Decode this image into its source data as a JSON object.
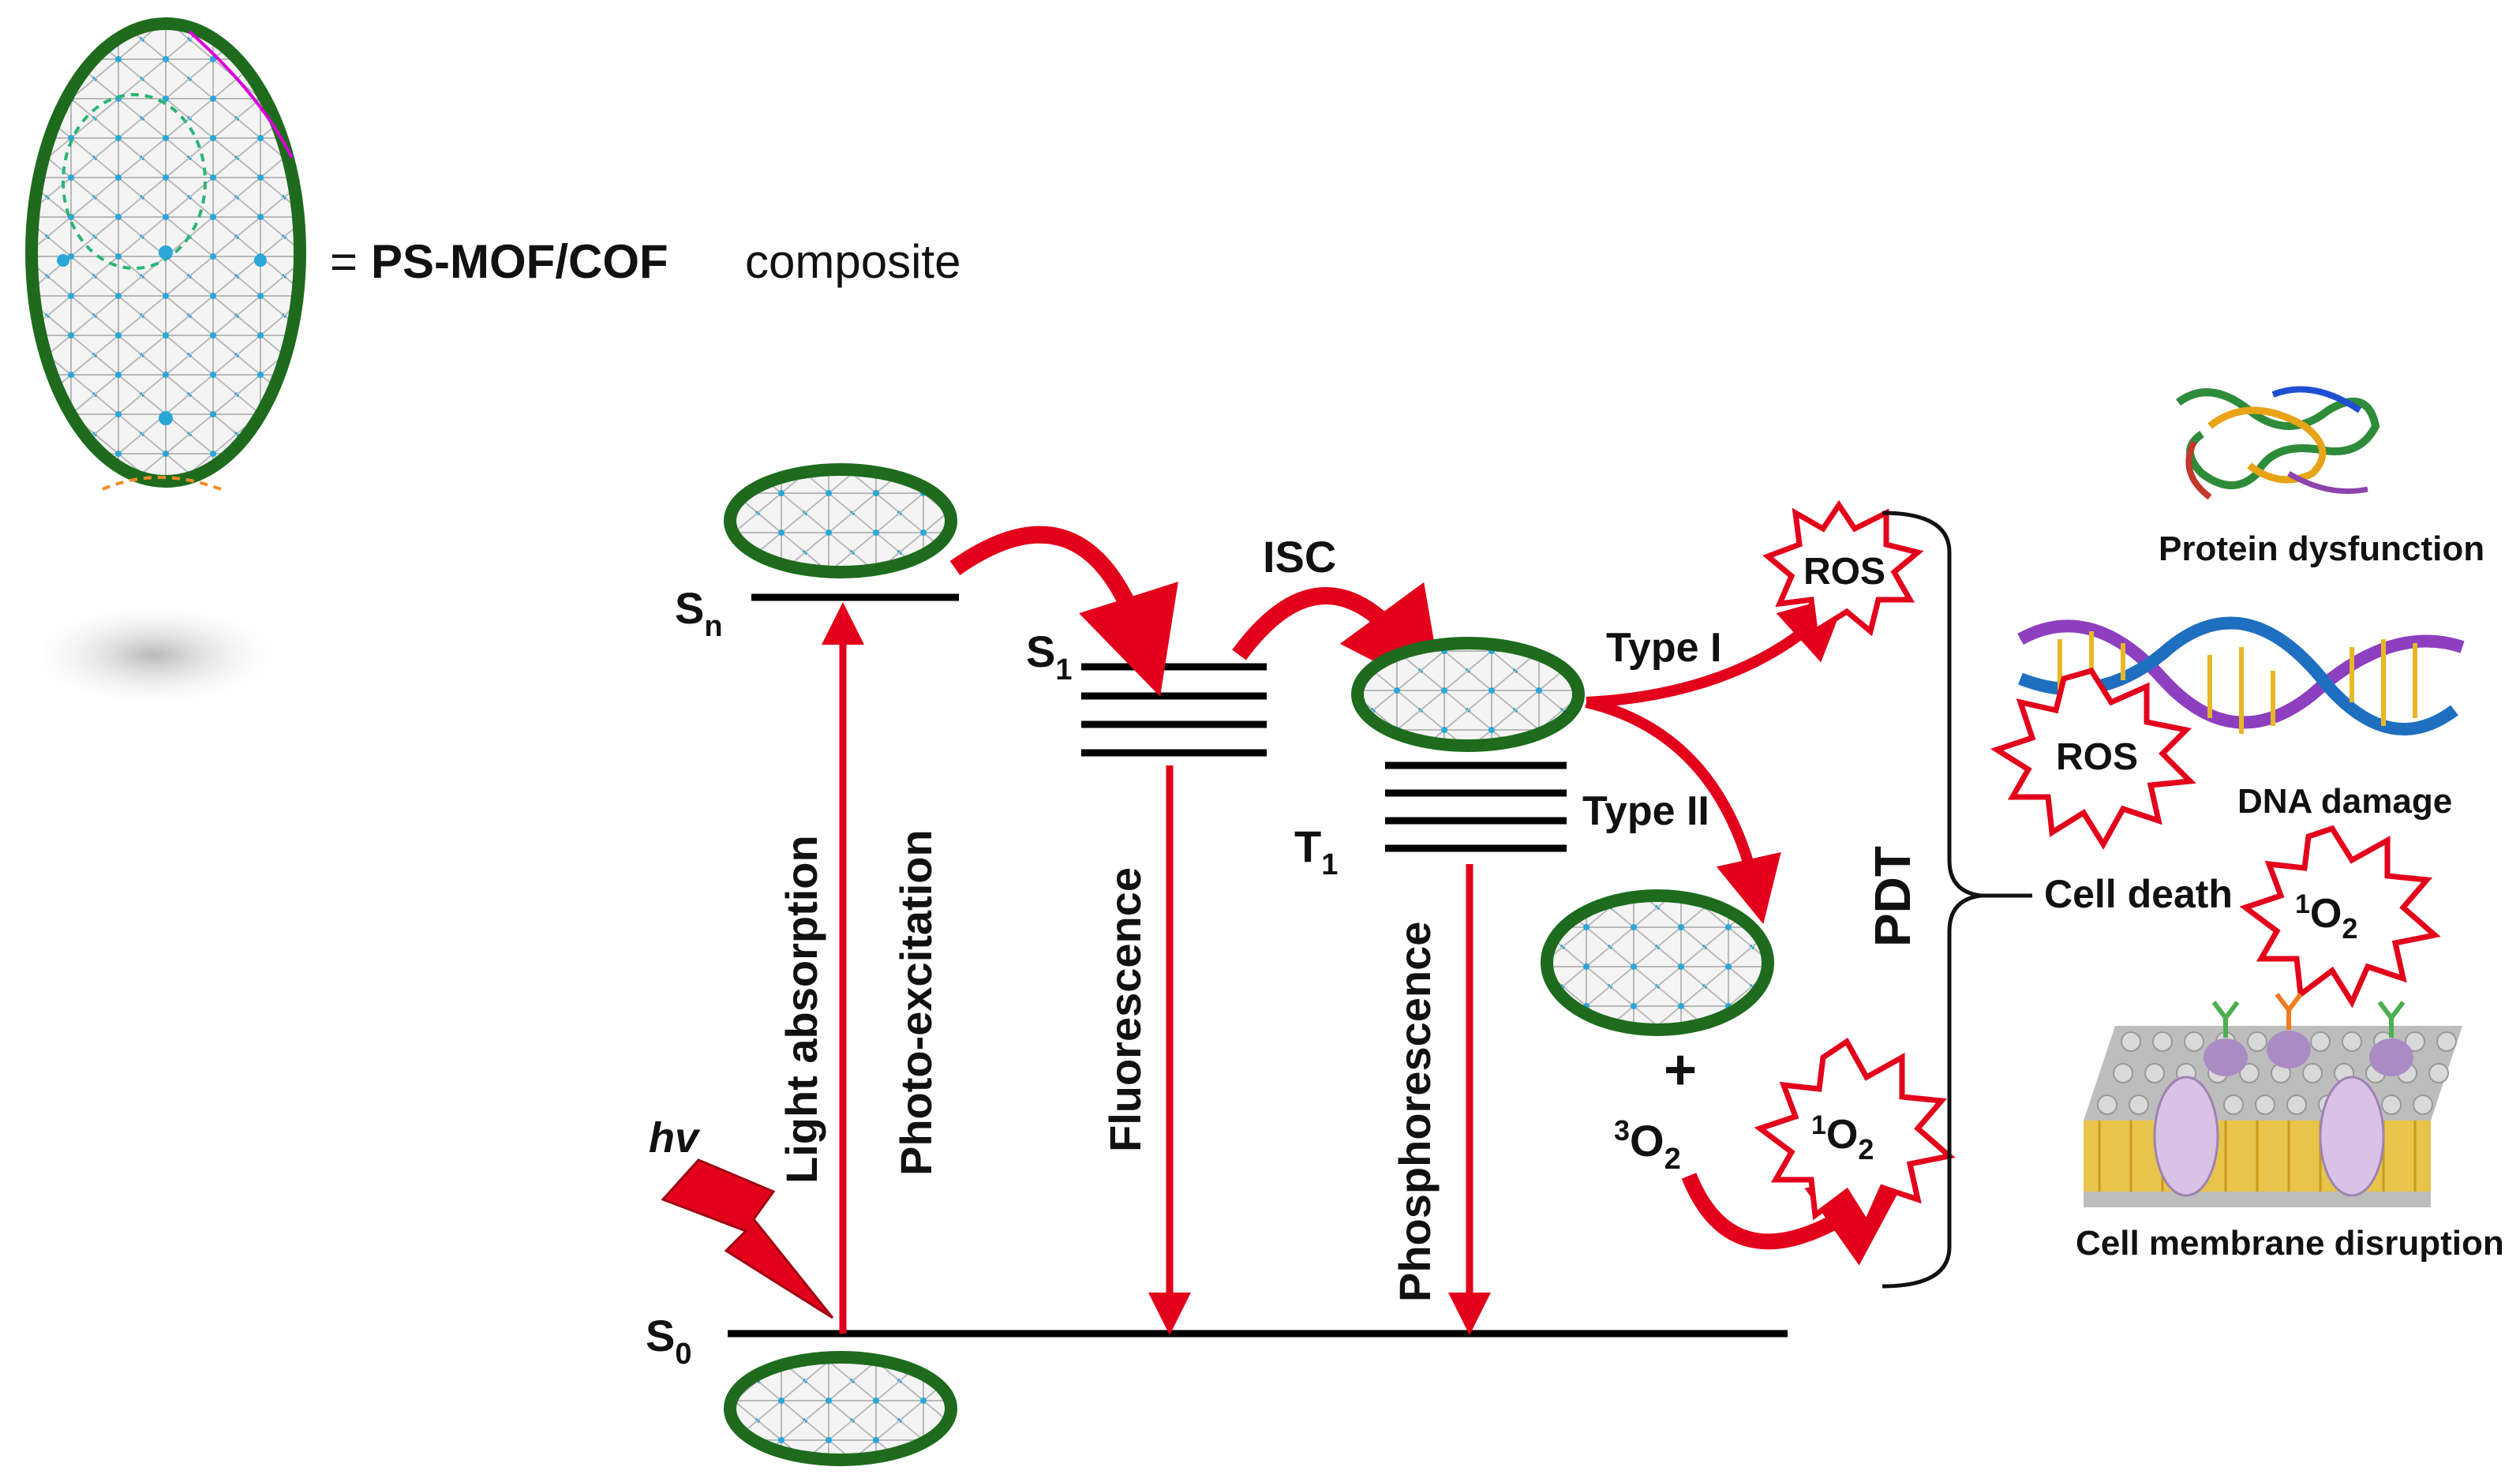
{
  "legend": {
    "equals": "=",
    "bold_text": "PS-MOF/COF",
    "normal_text": "composite"
  },
  "levels": {
    "sn": "S",
    "sn_sub": "n",
    "s1": "S",
    "s1_sub": "1",
    "t1": "T",
    "t1_sub": "1",
    "s0": "S",
    "s0_sub": "0"
  },
  "processes": {
    "hv": "hv",
    "light_absorption": "Light absorption",
    "photo_excitation": "Photo-excitation",
    "fluorescence": "Fluorescence",
    "phosphorescence": "Phosphorescence",
    "isc": "ISC",
    "type_i": "Type I",
    "type_ii": "Type II"
  },
  "species": {
    "ros": "ROS",
    "singlet_oxygen_sup": "1",
    "oxygen_o": "O",
    "oxygen_sub": "2",
    "triplet_oxygen_sup": "3",
    "plus": "+"
  },
  "outcomes": {
    "pdt": "PDT",
    "cell_death": "Cell death",
    "protein": "Protein dysfunction",
    "dna": "DNA damage",
    "membrane": "Cell membrane disruption"
  },
  "colors": {
    "ring": "#1e6b1e",
    "arrow": "#e3001b",
    "level": "#000000",
    "burst_stroke": "#e3001b"
  }
}
